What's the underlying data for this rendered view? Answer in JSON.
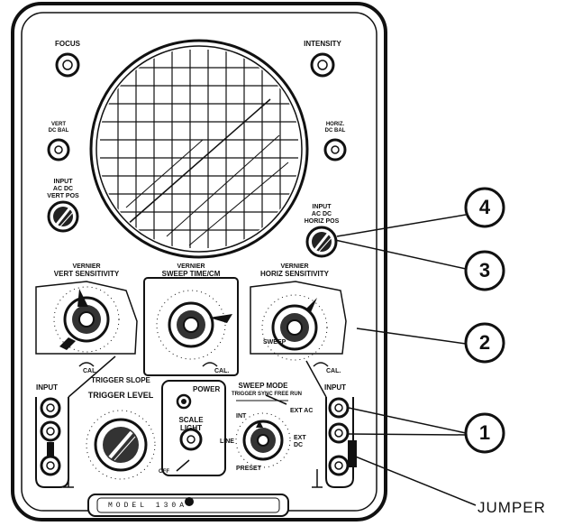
{
  "controls": {
    "focus": "FOCUS",
    "intensity": "INTENSITY",
    "vert_dc_bal": [
      "VERT",
      "DC BAL"
    ],
    "horiz_dc_bal": [
      "HORIZ.",
      "DC BAL"
    ],
    "vert_input": [
      "INPUT",
      "AC   DC",
      "VERT  POS"
    ],
    "horiz_input": [
      "INPUT",
      "AC   DC",
      "HORIZ  POS"
    ],
    "vert_sensitivity": [
      "VERNIER",
      "VERT SENSITIVITY"
    ],
    "sweep_time": [
      "VERNIER",
      "SWEEP TIME/CM"
    ],
    "horiz_sensitivity": [
      "VERNIER",
      "HORIZ SENSITIVITY"
    ],
    "trigger_slope": "TRIGGER SLOPE",
    "trigger_level": "TRIGGER  LEVEL",
    "power": "POWER",
    "scale_light": [
      "SCALE",
      "LIGHT"
    ],
    "off": "OFF",
    "sweep_mode": "SWEEP MODE",
    "sweep_mode_sub": "TRIGGER   SYNC   FREE RUN",
    "int": "INT",
    "line": "LINE",
    "ext_ac": "EXT AC",
    "ext_dc": [
      "EXT",
      "DC"
    ],
    "preset": "PRESET",
    "sweep": "SWEEP",
    "cal": "CAL.",
    "left_input": "INPUT",
    "right_input": "INPUT"
  },
  "callouts": [
    "4",
    "3",
    "2",
    "1"
  ],
  "jumper_label": "JUMPER",
  "model_plate": "MODEL 130A"
}
